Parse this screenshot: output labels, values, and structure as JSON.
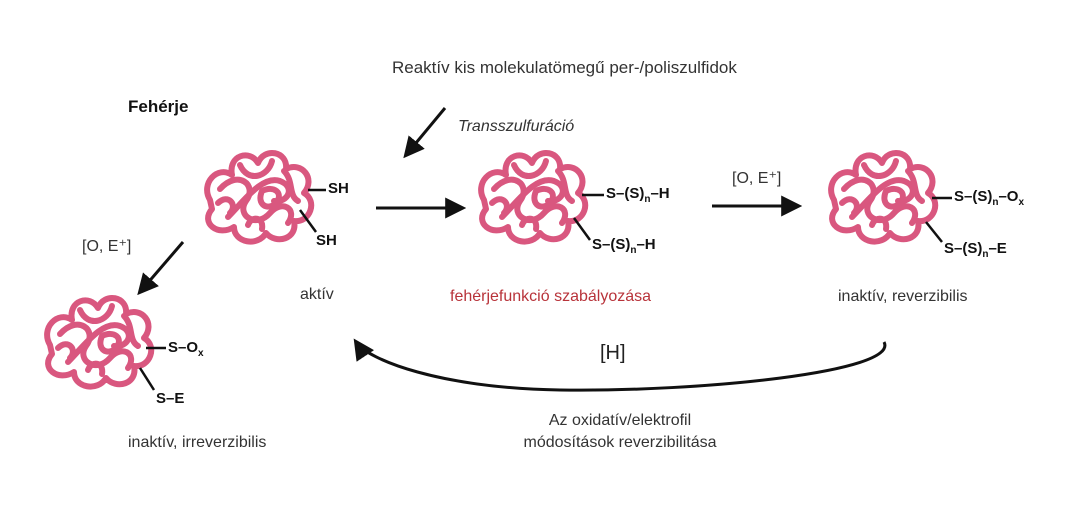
{
  "top_reagent": "Reaktív kis molekulatömegű per-/poliszulfidok",
  "protein_label": "Fehérje",
  "transsulfuration_label": "Transszulfuráció",
  "oxidant_label_top": "[O, E⁺]",
  "oxidant_label_left": "[O, E⁺]",
  "reductant_label": "[H]",
  "active_protein": {
    "group_1": "SH",
    "group_2": "SH",
    "state": "aktív"
  },
  "persulfidated_protein": {
    "group_1_main": "S–(S)",
    "group_1_sub": "n",
    "group_1_tail": "–H",
    "group_2_main": "S–(S)",
    "group_2_sub": "n",
    "group_2_tail": "–H",
    "state": "fehérjefunkció szabályozása"
  },
  "reversible_protein": {
    "group_1_main": "S–(S)",
    "group_1_sub": "n",
    "group_1_mid": "–O",
    "group_1_sub2": "x",
    "group_2_main": "S–(S)",
    "group_2_sub": "n",
    "group_2_tail": "–E",
    "state": "inaktív, reverzibilis"
  },
  "irreversible_protein": {
    "group_1_main": "S–O",
    "group_1_sub": "x",
    "group_2": "S–E",
    "state": "inaktív, irreverzibilis"
  },
  "reversal_caption_line1": "Az oxidatív/elektrofil",
  "reversal_caption_line2": "módosítások reverzibilitása",
  "colors": {
    "protein": "#d9577f",
    "highlight_text": "#b8333a",
    "arrow": "#111111"
  }
}
